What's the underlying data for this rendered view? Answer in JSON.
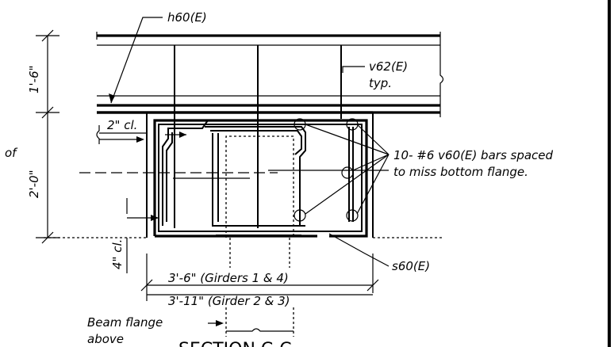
{
  "labels": {
    "h60": "h60(E)",
    "v62": "v62(E)",
    "typ": "typ.",
    "dim_1_6": "1'-6\"",
    "dim_2_0": "2'-0\"",
    "of": "of",
    "cover_2": "2\" cl.",
    "cover_4": "4\" cl.",
    "bars_line1": "10-  #6 v60(E) bars spaced",
    "bars_line2": "to miss bottom flange.",
    "s60": "s60(E)",
    "width_girders_1_4": "3'-6\" (Girders 1 & 4)",
    "width_girders_2_3": "3'-11\" (Girder 2 & 3)",
    "beam_flange_line1": "Beam flange",
    "beam_flange_line2": "above",
    "section_title": "SECTION C-C"
  }
}
